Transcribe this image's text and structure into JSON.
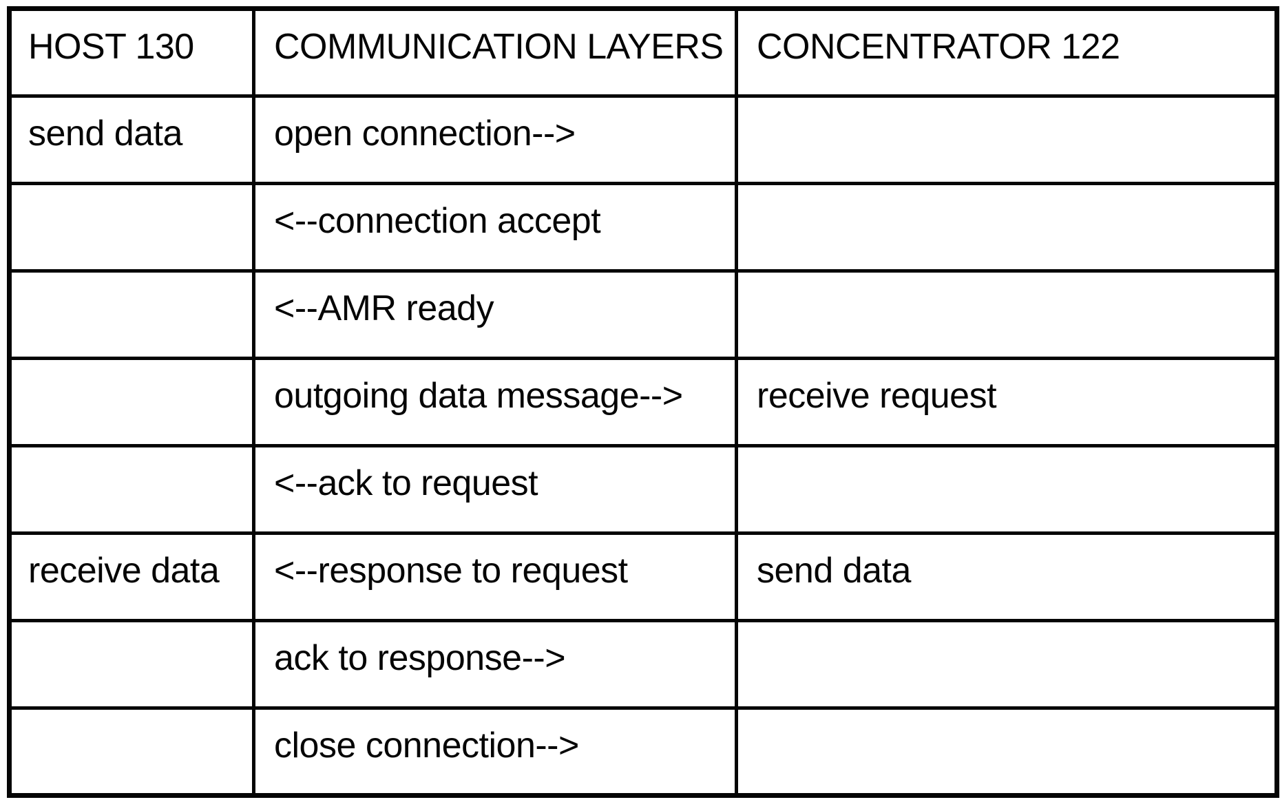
{
  "colors": {
    "ink": "#050505",
    "paper": "#ffffff"
  },
  "table": {
    "columns": [
      {
        "key": "host",
        "label": "HOST 130"
      },
      {
        "key": "layers",
        "label": "COMMUNICATION LAYERS"
      },
      {
        "key": "concentrator",
        "label": "CONCENTRATOR 122"
      }
    ],
    "rows": [
      {
        "host": "send data",
        "layers": "open connection-->",
        "concentrator": ""
      },
      {
        "host": "",
        "layers": "<--connection accept",
        "concentrator": ""
      },
      {
        "host": "",
        "layers": "<--AMR ready",
        "concentrator": ""
      },
      {
        "host": "",
        "layers": "outgoing data message-->",
        "concentrator": "receive request"
      },
      {
        "host": "",
        "layers": "<--ack to request",
        "concentrator": ""
      },
      {
        "host": "receive data",
        "layers": "<--response to request",
        "concentrator": "send data"
      },
      {
        "host": "",
        "layers": "ack to response-->",
        "concentrator": ""
      },
      {
        "host": "",
        "layers": "close connection-->",
        "concentrator": ""
      }
    ]
  }
}
